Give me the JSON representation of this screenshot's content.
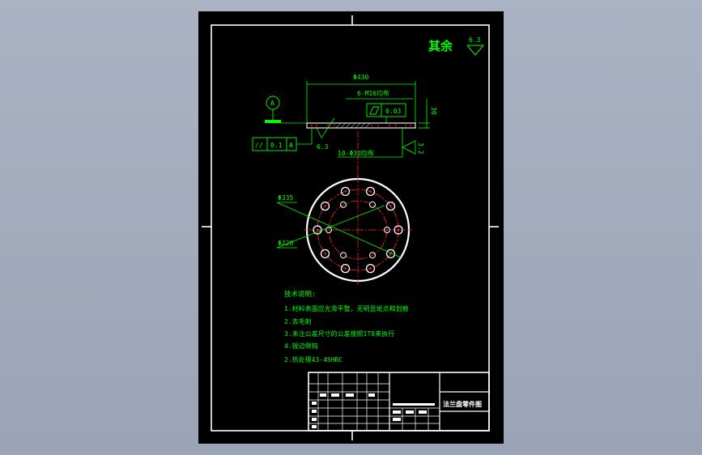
{
  "drawing": {
    "roughness_note": {
      "label": "其余",
      "value": "6.3"
    },
    "dimensions": {
      "outer_diameter": "Φ430",
      "thread_holes": "6-M16均布",
      "thickness": "30",
      "bolt_holes": "10-Φ30均布",
      "circle_a": "Φ335",
      "circle_b": "Φ220"
    },
    "flatness_tolerance": "0.03",
    "datum": {
      "letter": "A"
    },
    "parallelism": {
      "symbol": "//",
      "value": "0.1",
      "datum": "A"
    },
    "surface_roughness": {
      "left": "6.3",
      "right": "3.2"
    },
    "technical_requirements": {
      "heading": "技术说明:",
      "items": [
        "1.材料表面应光滑平整，无明显斑点和划痕",
        "2.去毛刺",
        "3.未注公差尺寸的公差按照IT8来执行",
        "4.锐边倒钝",
        "2.热处理43-45HRC"
      ]
    },
    "title_block": {
      "name": "法兰盘零件图"
    }
  },
  "colors": {
    "background": "#9aa4b6",
    "sheet": "#000000",
    "frame": "#ffffff",
    "annotation": "#00ff00",
    "centerline": "#ff2a2a",
    "outline": "#ffffff"
  }
}
